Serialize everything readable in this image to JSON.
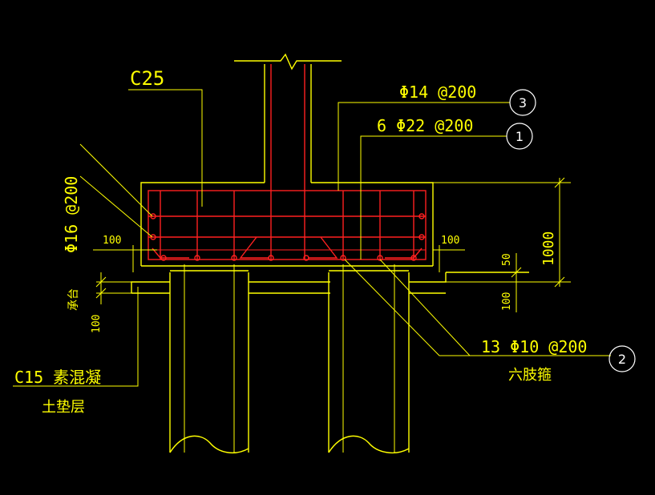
{
  "labels": {
    "concrete_grade": "C25",
    "top_bar": "Φ14 @200",
    "bottom_bar": "6 Φ22 @200",
    "side_bar": "Φ16 @200",
    "stirrup": "13 Φ10 @200",
    "stirrup_note": "六肢箍",
    "bedding_line1": "C15 素混凝",
    "bedding_line2": "土垫层",
    "pile_cap_label": "承台",
    "dim_100_left": "100",
    "dim_100_right": "100",
    "dim_1000": "1000",
    "dim_100_bed": "100",
    "dim_100_bed_right": "100",
    "dim_50": "50"
  },
  "callouts": {
    "c1": "1",
    "c2": "2",
    "c3": "3"
  },
  "colors": {
    "background": "#000000",
    "structure": "#ffff00",
    "rebar": "#ff2020",
    "text": "#ffff00",
    "callout": "#ffffff"
  }
}
